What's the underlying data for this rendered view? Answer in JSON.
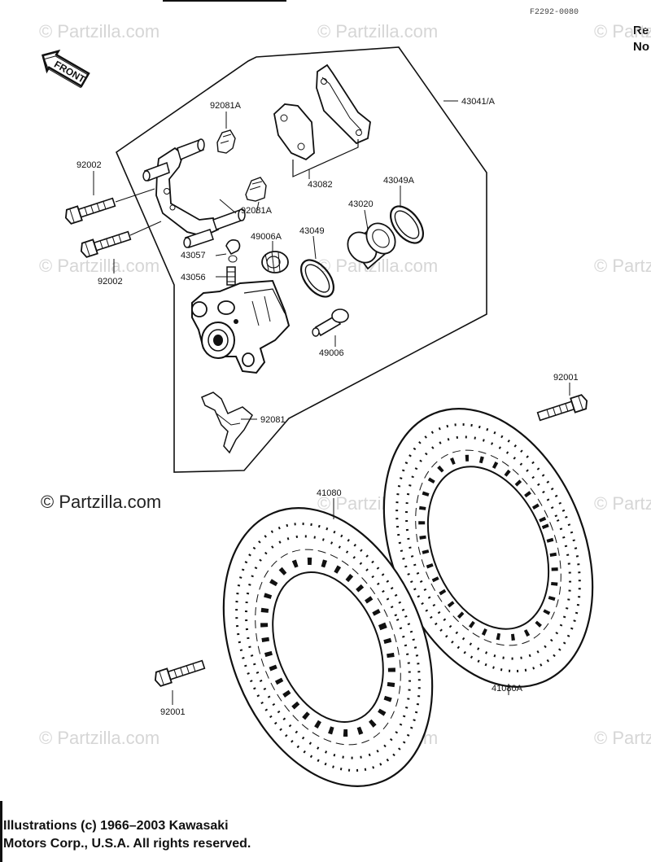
{
  "figure_code": "F2292-0080",
  "ref_note": [
    "Re",
    "No"
  ],
  "front_label": "FRONT",
  "watermark": "© Partzilla.com",
  "copyright_notice": "© Partzilla.com",
  "footer": [
    "Illustrations (c) 1966–2003 Kawasaki",
    "Motors Corp., U.S.A.  All rights reserved."
  ],
  "parts": [
    {
      "id": "43041-a",
      "label": "43041/A"
    },
    {
      "id": "92081a-top",
      "label": "92081A"
    },
    {
      "id": "92002-top",
      "label": "92002"
    },
    {
      "id": "43082",
      "label": "43082"
    },
    {
      "id": "43049a",
      "label": "43049A"
    },
    {
      "id": "43020",
      "label": "43020"
    },
    {
      "id": "92081a-mid",
      "label": "92081A"
    },
    {
      "id": "49006a",
      "label": "49006A"
    },
    {
      "id": "43049",
      "label": "43049"
    },
    {
      "id": "43057",
      "label": "43057"
    },
    {
      "id": "92002-bottom",
      "label": "92002"
    },
    {
      "id": "43056",
      "label": "43056"
    },
    {
      "id": "49006",
      "label": "49006"
    },
    {
      "id": "92001-right",
      "label": "92001"
    },
    {
      "id": "92081",
      "label": "92081"
    },
    {
      "id": "41080",
      "label": "41080"
    },
    {
      "id": "92001-left",
      "label": "92001"
    },
    {
      "id": "41080a",
      "label": "41080A"
    }
  ]
}
